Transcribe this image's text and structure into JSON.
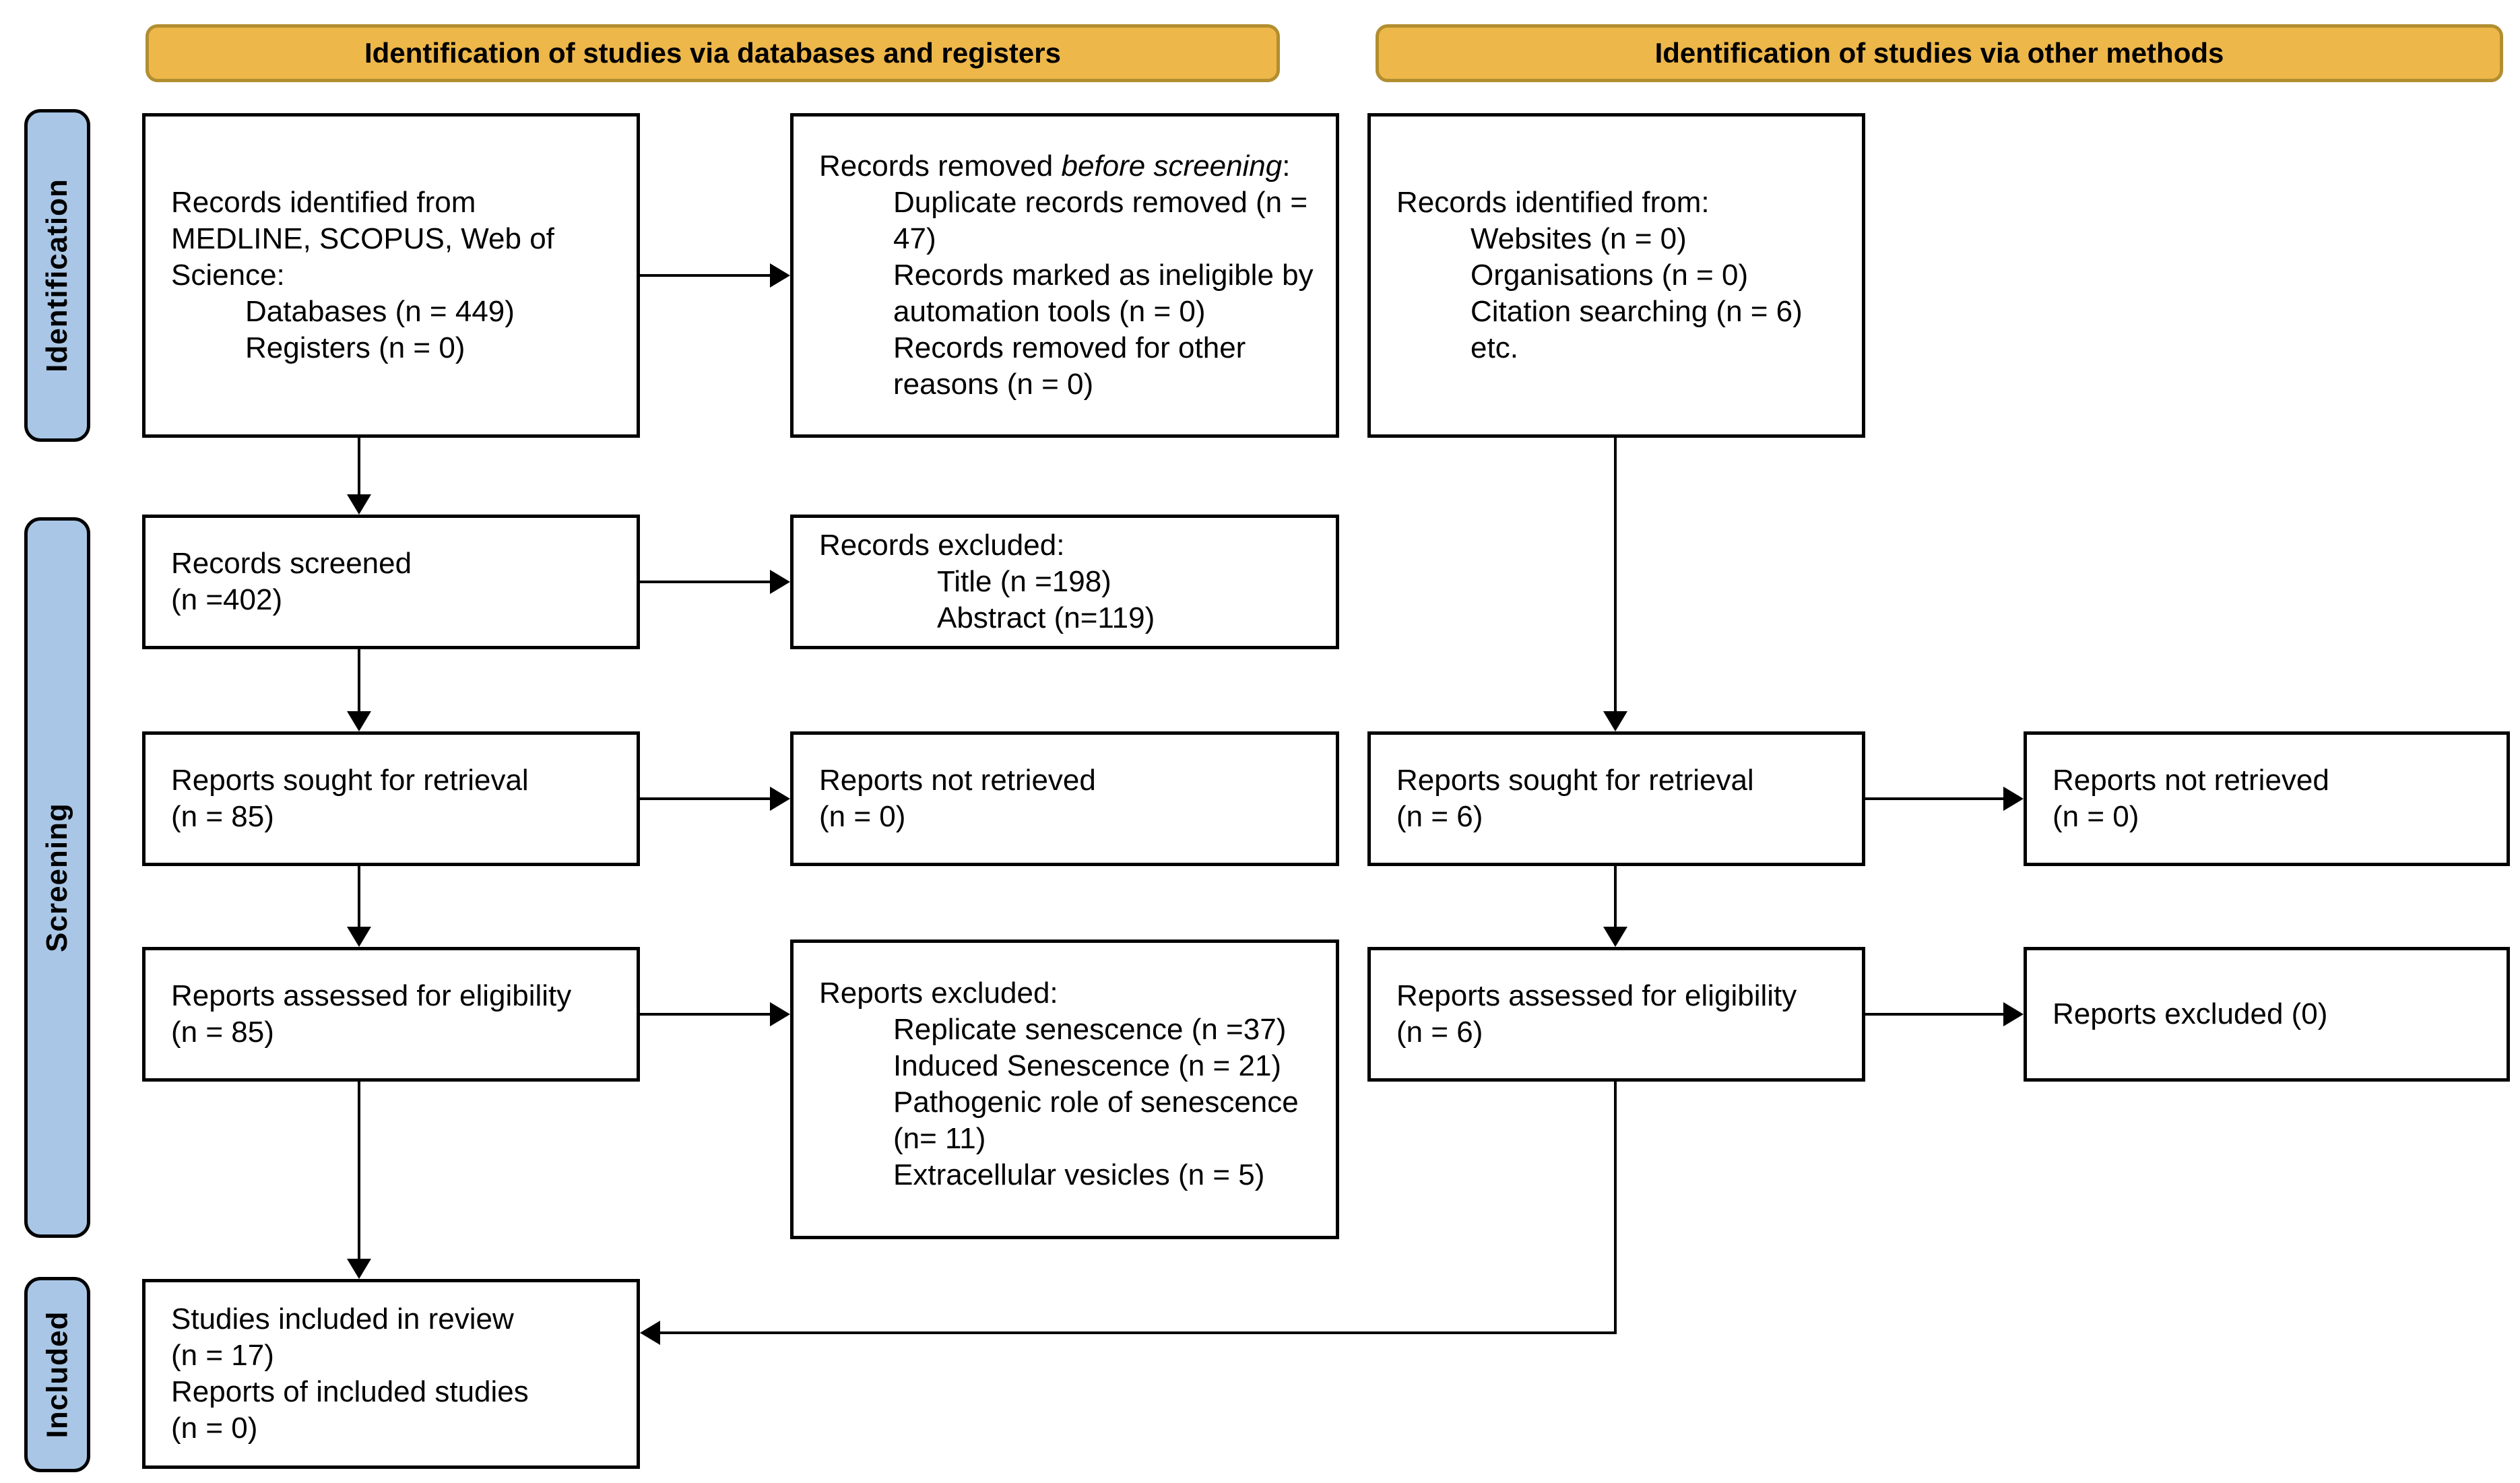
{
  "colors": {
    "banner_fill": "#EDB74A",
    "banner_border": "#B28E2F",
    "stage_fill": "#A9C6E6",
    "box_border": "#000000",
    "text": "#000000"
  },
  "banners": {
    "databases": "Identification of studies via databases and registers",
    "other": "Identification of studies via other methods"
  },
  "stages": {
    "identification": "Identification",
    "screening": "Screening",
    "included": "Included"
  },
  "boxes": {
    "records_identified_db": {
      "lines": [
        {
          "indent": 0,
          "parts": [
            {
              "t": "Records identified from"
            }
          ]
        },
        {
          "indent": 0,
          "parts": [
            {
              "t": "MEDLINE, SCOPUS, Web of"
            }
          ]
        },
        {
          "indent": 0,
          "parts": [
            {
              "t": "Science:"
            }
          ]
        },
        {
          "indent": 1,
          "parts": [
            {
              "t": "Databases (n = 449)"
            }
          ]
        },
        {
          "indent": 1,
          "parts": [
            {
              "t": "Registers (n = 0)"
            }
          ]
        }
      ]
    },
    "records_removed": {
      "lines": [
        {
          "indent": 0,
          "parts": [
            {
              "t": "Records removed "
            },
            {
              "t": "before screening",
              "italic": true
            },
            {
              "t": ":"
            }
          ]
        },
        {
          "indent": 1,
          "parts": [
            {
              "t": "Duplicate records removed (n ="
            }
          ]
        },
        {
          "indent": 1,
          "parts": [
            {
              "t": "47)"
            }
          ]
        },
        {
          "indent": 1,
          "parts": [
            {
              "t": "Records marked as ineligible by"
            }
          ]
        },
        {
          "indent": 1,
          "parts": [
            {
              "t": "automation tools (n = 0)"
            }
          ]
        },
        {
          "indent": 1,
          "parts": [
            {
              "t": "Records removed for other"
            }
          ]
        },
        {
          "indent": 1,
          "parts": [
            {
              "t": "reasons (n = 0)"
            }
          ]
        }
      ]
    },
    "records_identified_other": {
      "lines": [
        {
          "indent": 0,
          "parts": [
            {
              "t": "Records identified from:"
            }
          ]
        },
        {
          "indent": 1,
          "parts": [
            {
              "t": "Websites (n = 0)"
            }
          ]
        },
        {
          "indent": 1,
          "parts": [
            {
              "t": "Organisations (n = 0)"
            }
          ]
        },
        {
          "indent": 1,
          "parts": [
            {
              "t": "Citation searching (n = 6)"
            }
          ]
        },
        {
          "indent": 1,
          "parts": [
            {
              "t": "etc."
            }
          ]
        }
      ]
    },
    "records_screened": {
      "lines": [
        {
          "indent": 0,
          "parts": [
            {
              "t": "Records screened"
            }
          ]
        },
        {
          "indent": 0,
          "parts": [
            {
              "t": "(n =402)"
            }
          ]
        }
      ]
    },
    "records_excluded": {
      "lines": [
        {
          "indent": 0,
          "parts": [
            {
              "t": "Records excluded:"
            }
          ]
        },
        {
          "indent": 2,
          "parts": [
            {
              "t": "Title (n =198)"
            }
          ]
        },
        {
          "indent": 2,
          "parts": [
            {
              "t": "Abstract (n=119)"
            }
          ]
        }
      ]
    },
    "reports_sought_db": {
      "lines": [
        {
          "indent": 0,
          "parts": [
            {
              "t": "Reports sought for retrieval"
            }
          ]
        },
        {
          "indent": 0,
          "parts": [
            {
              "t": "(n = 85)"
            }
          ]
        }
      ]
    },
    "reports_not_retrieved_db": {
      "lines": [
        {
          "indent": 0,
          "parts": [
            {
              "t": "Reports not retrieved"
            }
          ]
        },
        {
          "indent": 0,
          "parts": [
            {
              "t": "(n = 0)"
            }
          ]
        }
      ]
    },
    "reports_sought_other": {
      "lines": [
        {
          "indent": 0,
          "parts": [
            {
              "t": "Reports sought for retrieval"
            }
          ]
        },
        {
          "indent": 0,
          "parts": [
            {
              "t": "(n = 6)"
            }
          ]
        }
      ]
    },
    "reports_not_retrieved_other": {
      "lines": [
        {
          "indent": 0,
          "parts": [
            {
              "t": "Reports not retrieved"
            }
          ]
        },
        {
          "indent": 0,
          "parts": [
            {
              "t": "(n = 0)"
            }
          ]
        }
      ]
    },
    "reports_assessed_db": {
      "lines": [
        {
          "indent": 0,
          "parts": [
            {
              "t": "Reports assessed for eligibility"
            }
          ]
        },
        {
          "indent": 0,
          "parts": [
            {
              "t": "(n = 85)"
            }
          ]
        }
      ]
    },
    "reports_excluded_reasons": {
      "lines": [
        {
          "indent": 0,
          "parts": [
            {
              "t": "Reports excluded:"
            }
          ]
        },
        {
          "indent": 1,
          "parts": [
            {
              "t": "Replicate senescence (n =37)"
            }
          ]
        },
        {
          "indent": 1,
          "parts": [
            {
              "t": "Induced Senescence (n = 21)"
            }
          ]
        },
        {
          "indent": 1,
          "parts": [
            {
              "t": "Pathogenic role of senescence"
            }
          ]
        },
        {
          "indent": 1,
          "parts": [
            {
              "t": "(n= 11)"
            }
          ]
        },
        {
          "indent": 1,
          "parts": [
            {
              "t": "Extracellular vesicles (n = 5)"
            }
          ]
        }
      ]
    },
    "reports_assessed_other": {
      "lines": [
        {
          "indent": 0,
          "parts": [
            {
              "t": "Reports assessed for eligibility"
            }
          ]
        },
        {
          "indent": 0,
          "parts": [
            {
              "t": "(n = 6)"
            }
          ]
        }
      ]
    },
    "reports_excluded_other": {
      "lines": [
        {
          "indent": 0,
          "parts": [
            {
              "t": "Reports excluded (0)"
            }
          ]
        }
      ]
    },
    "studies_included": {
      "lines": [
        {
          "indent": 0,
          "parts": [
            {
              "t": "Studies included in review"
            }
          ]
        },
        {
          "indent": 0,
          "parts": [
            {
              "t": "(n = 17)"
            }
          ]
        },
        {
          "indent": 0,
          "parts": [
            {
              "t": "Reports of included studies"
            }
          ]
        },
        {
          "indent": 0,
          "parts": [
            {
              "t": "(n = 0)"
            }
          ]
        }
      ]
    }
  }
}
